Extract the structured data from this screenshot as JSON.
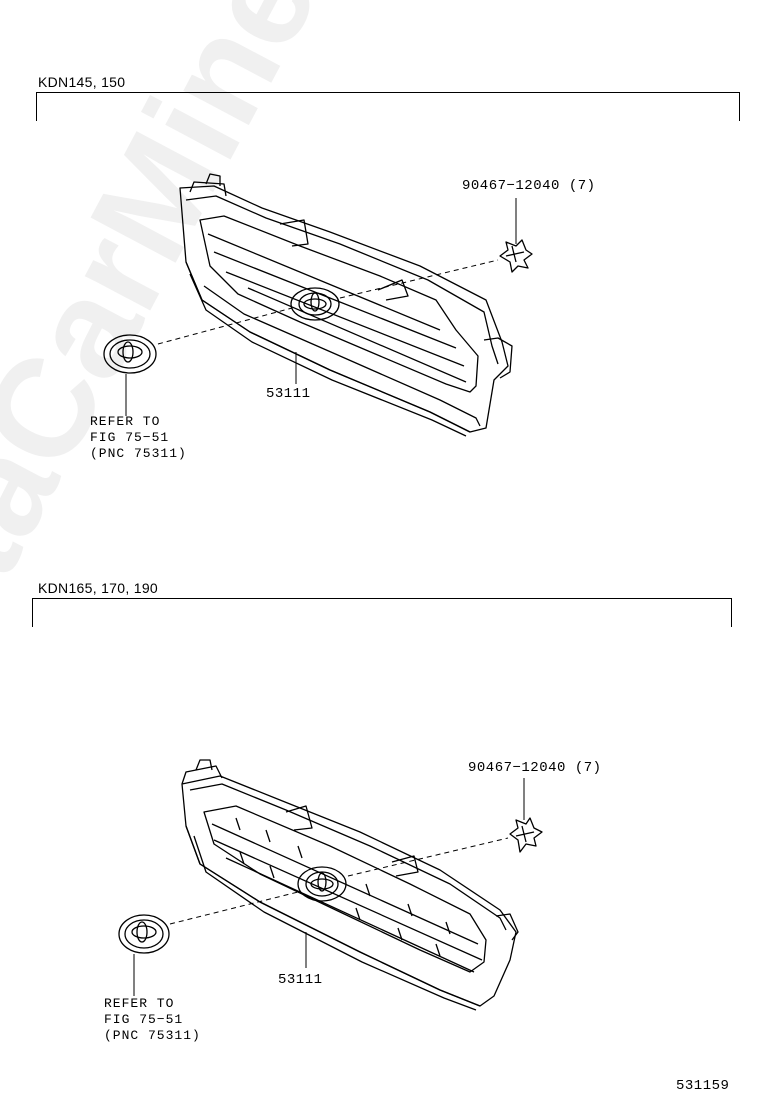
{
  "sections": [
    {
      "label": "KDN145, 150",
      "grille_part": "53111",
      "clip_part": "90467−12040 (7)",
      "refer_lines": [
        "REFER TO",
        "FIG 75−51",
        "(PNC 75311)"
      ]
    },
    {
      "label": "KDN165, 170, 190",
      "grille_part": "53111",
      "clip_part": "90467−12040 (7)",
      "refer_lines": [
        "REFER TO",
        "FIG 75−51",
        "(PNC 75311)"
      ]
    }
  ],
  "figure_number": "531159",
  "watermark": "ToyotaCarMine.ru",
  "icons": [
    "radiator-grille-icon",
    "clip-icon",
    "toyota-emblem-icon"
  ]
}
